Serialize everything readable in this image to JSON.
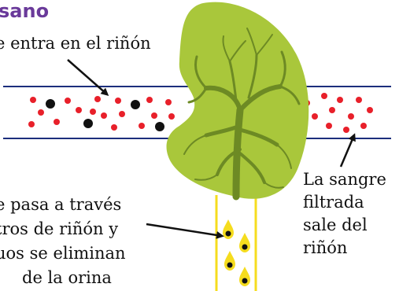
{
  "title": "sano",
  "labels": {
    "blood_in": "e entra en el riñón",
    "blood_out": [
      "La sangre",
      "filtrada",
      "sale del",
      "riñón"
    ],
    "filtering": [
      "e pasa a través",
      "tros de riñón y",
      "uos se eliminan",
      "de la orina"
    ]
  },
  "colors": {
    "title": "#6a3a9a",
    "kidney": "#a9c73b",
    "kidney_veins": "#6d8a24",
    "vessel_line": "#1c2e7c",
    "ureter": "#f5dc1e",
    "red_cell": "#e8202a",
    "waste_particle": "#111111"
  },
  "icons": [
    "arrow-icon"
  ]
}
